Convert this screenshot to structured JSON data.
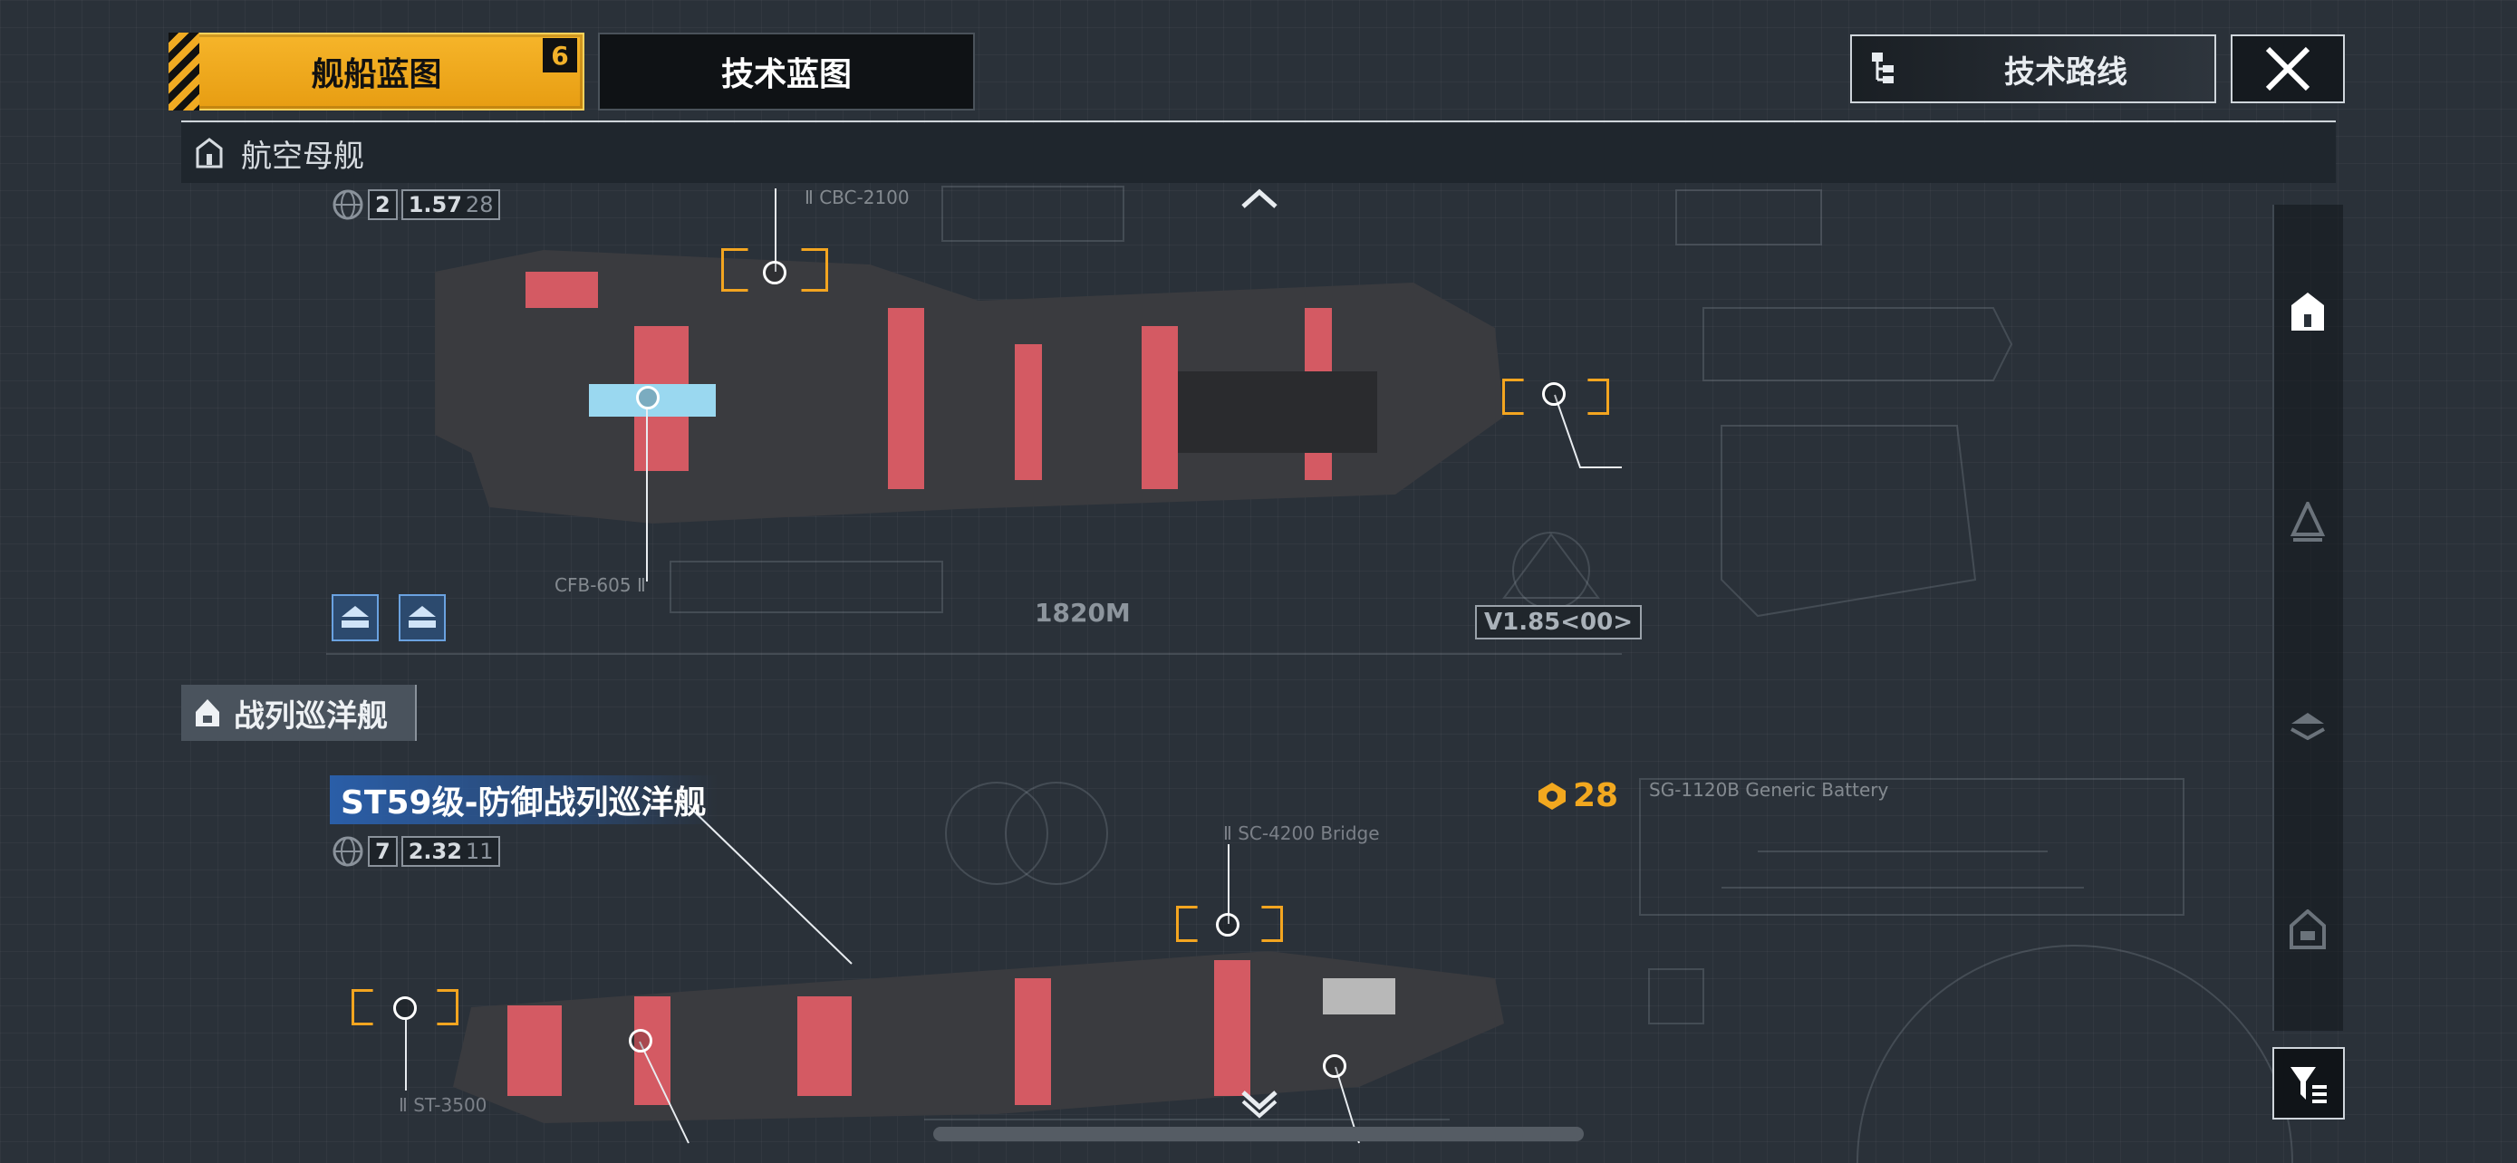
{
  "tabs": {
    "active": {
      "label": "舰船蓝图",
      "badge": "6"
    },
    "inactive": {
      "label": "技术蓝图"
    }
  },
  "top_right": {
    "route_label": "技术路线",
    "close_icon": "close-icon"
  },
  "section_carrier": {
    "label": "航空母舰",
    "icon": "carrier-class-icon"
  },
  "carrier_stats": {
    "tier": "2",
    "value": "1.57",
    "suffix": "28"
  },
  "carrier_length": "1820M",
  "carrier_version": "V1.85<00>",
  "section_battlecruiser": {
    "label": "战列巡洋舰",
    "icon": "battlecruiser-class-icon"
  },
  "ship2": {
    "title": "ST59级-防御战列巡洋舰",
    "tier": "7",
    "value": "2.32",
    "suffix": "11",
    "score": "28"
  },
  "blueprint_labels": {
    "cbc": "Ⅱ CBC-2100",
    "cfb": "CFB-605 Ⅱ",
    "sc": "Ⅱ SC-4200 Bridge",
    "sg": "SG-1120B Generic Battery",
    "st": "Ⅱ ST-3500"
  },
  "right_panel": [
    "carrier-icon",
    "frigate-icon",
    "destroyer-icon",
    "cruiser-icon"
  ],
  "colors": {
    "accent": "#f2a81f",
    "active_tab": "#f0aa1e",
    "panel": "#1f262d"
  }
}
